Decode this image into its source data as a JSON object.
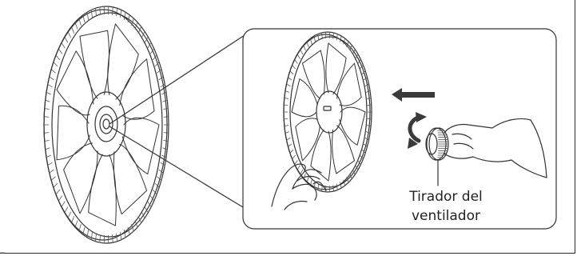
{
  "callout": {
    "label_line1": "Tirador del",
    "label_line2": "ventilador"
  },
  "icons": [
    "fan-blade-large",
    "fan-blade-small",
    "arrow-left",
    "rotate-arrow",
    "knob",
    "hand"
  ]
}
